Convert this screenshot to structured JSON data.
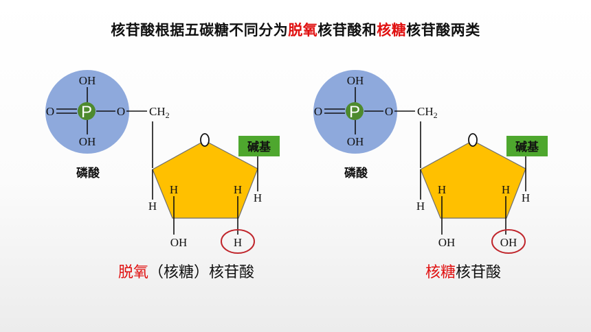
{
  "title": {
    "part1": "核苷酸根据五碳糖不同分为",
    "red1": "脱氧",
    "part2": "核苷酸和",
    "red2": "核糖",
    "part3": "核苷酸两类"
  },
  "left": {
    "phosphate": {
      "oh_top": "OH",
      "oh_bottom": "OH",
      "o_left": "O",
      "p": "P",
      "o_right": "O",
      "ch2": "CH",
      "ch2_sub": "2"
    },
    "phosphate_label": "磷酸",
    "ring_o": "O",
    "base_label": "碱基",
    "h_c4": "H",
    "h_c3": "H",
    "h_c2": "H",
    "h_c1": "H",
    "c3_sub": "OH",
    "c2_sub": "H",
    "caption_red": "脱氧",
    "caption_rest": "（核糖）核苷酸"
  },
  "right": {
    "phosphate": {
      "oh_top": "OH",
      "oh_bottom": "OH",
      "o_left": "O",
      "p": "P",
      "o_right": "O",
      "ch2": "CH",
      "ch2_sub": "2"
    },
    "phosphate_label": "磷酸",
    "ring_o": "O",
    "base_label": "碱基",
    "h_c4": "H",
    "h_c3": "H",
    "h_c2": "H",
    "h_c1": "H",
    "c3_sub": "OH",
    "c2_sub": "OH",
    "caption_red": "核糖",
    "caption_rest": "核苷酸"
  },
  "colors": {
    "phosphate_circle": "#8ea9dc",
    "p_circle": "#4e8a2e",
    "pentose": "#ffc000",
    "base_box": "#4ea72e",
    "highlight_circle": "#c0262c",
    "red_text": "#e01010"
  }
}
